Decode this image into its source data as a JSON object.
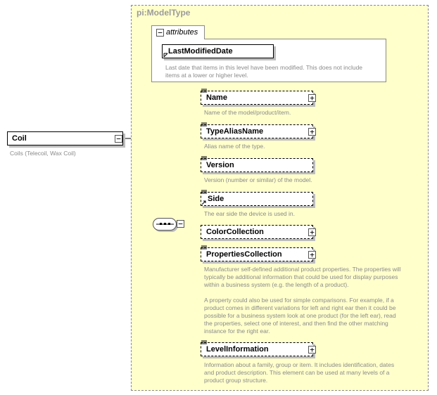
{
  "root": {
    "name": "Coil",
    "description": "Coils (Telecoil, Wax Coil)"
  },
  "type": {
    "title": "pi:ModelType"
  },
  "attributes": {
    "tab_label": "attributes",
    "items": [
      {
        "name": "LastModifiedDate",
        "description": "Last date that items in this level have been modified. This does not include\nitems at a lower or higher level."
      }
    ]
  },
  "elements": [
    {
      "name": "Name",
      "description": "Name of the model/product/item.",
      "expandable": true
    },
    {
      "name": "TypeAliasName",
      "description": "Alias name of the type.",
      "expandable": true
    },
    {
      "name": "Version",
      "description": "Version (number or similar) of the model.",
      "expandable": false
    },
    {
      "name": "Side",
      "description": "The ear side the device is used in.",
      "expandable": false
    },
    {
      "name": "ColorCollection",
      "description": "",
      "expandable": true
    },
    {
      "name": "PropertiesCollection",
      "description": "Manufacturer self-defined additional product properties.  The properties will\ntypically be additional information that could be used for display purposes\nwithin a business system (e.g. the length of a product).\n\nA property could also be used for simple comparisons.  For example, if a\nproduct comes in different variations for left and right ear then it could be\npossible for a business system look at one product (for the left ear), read\nthe properties, select one of interest, and then find the other matching\ninstance for the right ear.",
      "expandable": true
    },
    {
      "name": "LevelInformation",
      "description": "Information about a family, group or item. It includes identification, dates\nand product description. This element can be used at many levels of a\nproduct group structure.",
      "expandable": true
    }
  ],
  "icons": {
    "collapse": "minus-box-icon",
    "expand": "plus-box-icon",
    "sequence": "sequence-compositor-icon",
    "attribute": "attribute-arrow-icon",
    "element": "element-doc-icon"
  },
  "colors": {
    "type_background": "#ffffcc",
    "description_text": "#8a8a8a",
    "title_text": "#9a9a9a"
  }
}
